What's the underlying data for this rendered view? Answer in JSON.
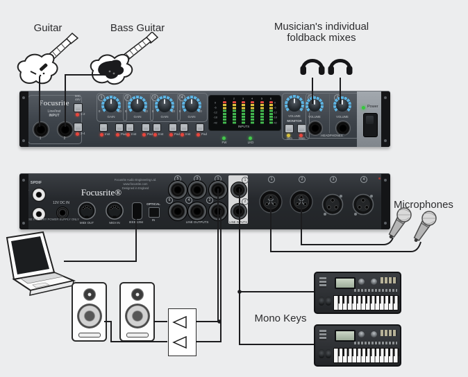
{
  "labels": {
    "guitar": "Guitar",
    "bass_guitar": "Bass Guitar",
    "foldback_line1": "Musician's individual",
    "foldback_line2": "foldback mixes",
    "microphones": "Microphones",
    "mono_keys": "Mono Keys"
  },
  "front_panel": {
    "brand": "Focusrite",
    "input_section": {
      "line1": "Line/Inst",
      "line2": "INPUT",
      "jack1": "1",
      "jack2": "2"
    },
    "phantom": {
      "line1": "MIC",
      "line2": "48V",
      "led_12": "1-2",
      "led_34": "3-4"
    },
    "gain": {
      "label": "GAIN",
      "min": "0",
      "max": "10",
      "inst": "Inst",
      "pad": "Pad",
      "channels": [
        "1",
        "2",
        "3",
        "4"
      ]
    },
    "meter": {
      "label": "INPUTS",
      "channels": [
        "1",
        "2",
        "3",
        "4",
        "5",
        "6"
      ],
      "scale": [
        "0",
        "-6",
        "-12",
        "-18",
        "-42"
      ],
      "fw": "FW",
      "lkd": "LKD"
    },
    "monitor": {
      "volume": "VOLUME",
      "label": "MONITOR",
      "dim": "Dim",
      "mute": "Mute"
    },
    "headphones": {
      "label": "HEADPHONES",
      "volume": "VOLUME",
      "ch1": "1",
      "ch2": "2"
    },
    "power": "Power"
  },
  "rear_panel": {
    "spdif": {
      "label": "SPDIF",
      "out": "OUT",
      "in": "IN"
    },
    "dc_in": "12V DC IN",
    "psu_warning": "USE FACTORY POWER SUPPLY ONLY",
    "brand": "Focusrite®",
    "company_line1": "Focusrite Audio Engineering Ltd.",
    "company_line2": "www.focusrite.com",
    "company_line3": "Designed in England",
    "midi_out": "MIDI OUT",
    "midi_in": "MIDI IN",
    "firewire": "IEEE-1394",
    "optical": "OPTICAL",
    "optical_in": "IN",
    "line_outputs": {
      "label": "LINE OUTPUTS",
      "top_numbers": [
        "5",
        "3",
        "1"
      ],
      "bottom_numbers": [
        "6",
        "4",
        "2"
      ]
    },
    "line_inputs": {
      "label": "LINE INPUTS",
      "numbers": [
        "1",
        "2"
      ]
    },
    "mic_combo_numbers": [
      "1",
      "2"
    ],
    "xlr_numbers": [
      "3",
      "4"
    ]
  },
  "colors": {
    "background": "#ecedee",
    "cable": "#1c1c1e",
    "accent_blue": "#5db4e3",
    "led_red": "#e8463c",
    "led_green": "#45c94c",
    "led_yellow": "#d8c23e",
    "power_green": "#35c93c"
  }
}
